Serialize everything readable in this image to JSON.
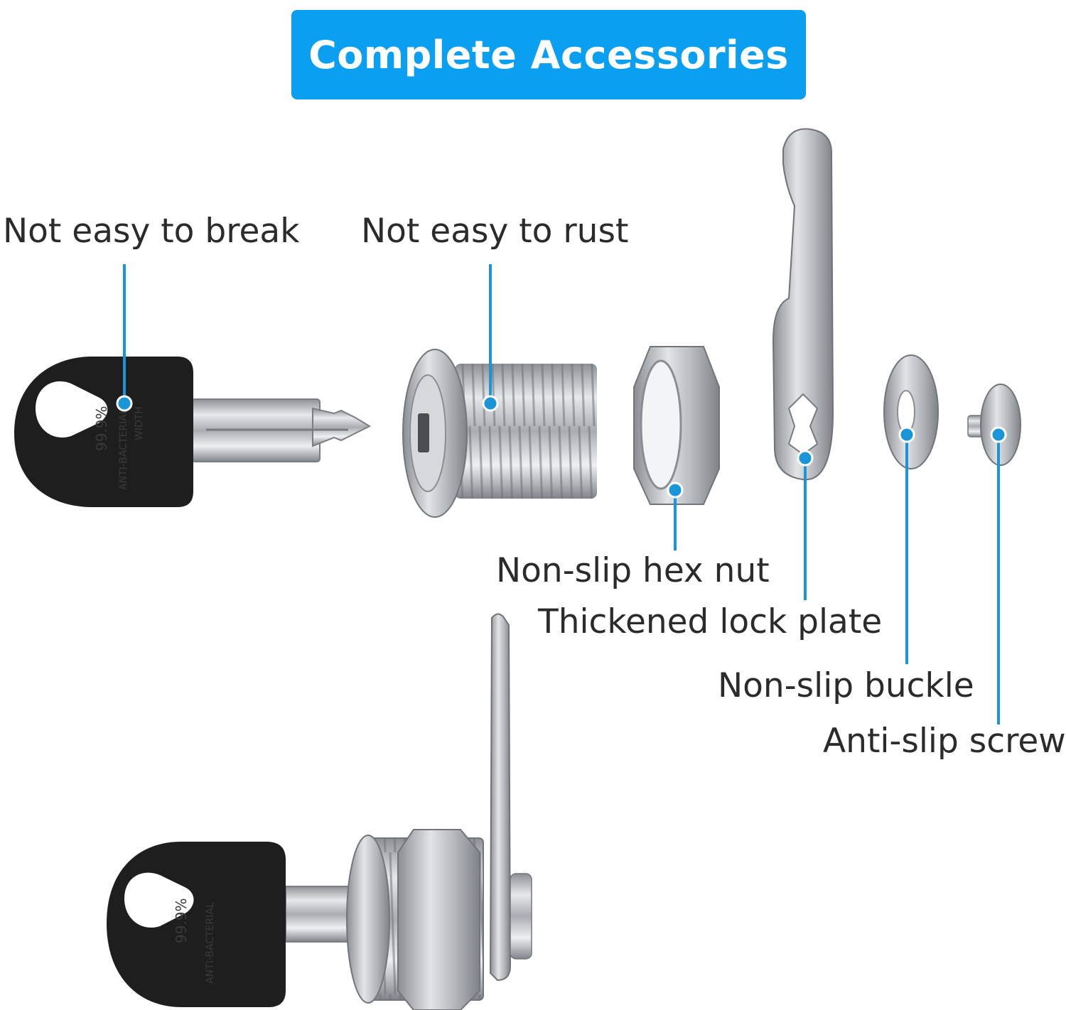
{
  "banner": {
    "title": "Complete Accessories"
  },
  "colors": {
    "accent": "#0a9ff0",
    "callout": "#1a96d8",
    "text": "#2b2b2b",
    "key_head": "#1e1e1e",
    "metal": "#c8ccd0"
  },
  "key_text": {
    "line1": "99.9%",
    "line2": "ANTI-BACTERIAL",
    "line3": "WIDTH"
  },
  "labels": {
    "break": "Not easy to break",
    "rust": "Not easy to rust",
    "hex_nut": "Non-slip hex nut",
    "lock_plate": "Thickened lock plate",
    "buckle": "Non-slip buckle",
    "screw": "Anti-slip screw"
  }
}
